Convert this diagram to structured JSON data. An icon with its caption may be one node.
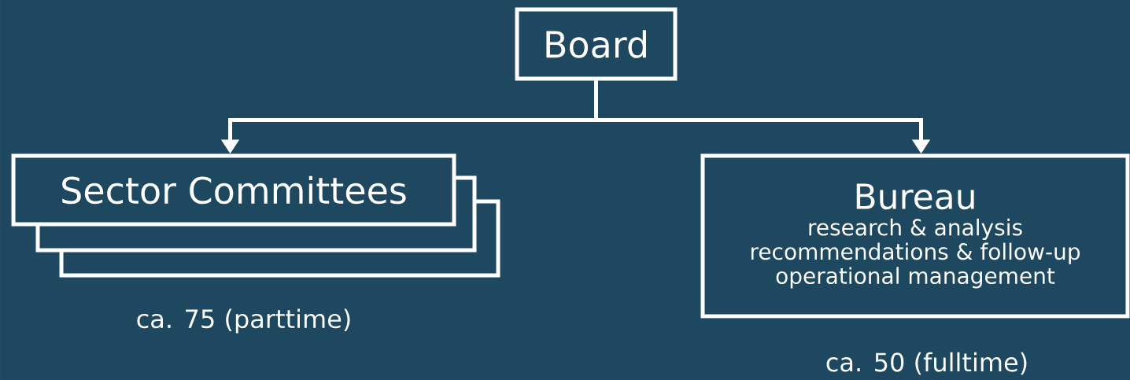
{
  "diagram": {
    "nodes": [
      {
        "text": [
          "Board"
        ]
      },
      {
        "text": [
          "Sector Committees"
        ],
        "beside": [
          "ca. 75 (parttime)"
        ]
      },
      {
        "text": [
          "Bureau",
          "research & analysis",
          "recommendations & follow-up",
          "operational management"
        ],
        "beside": [
          "ca. 50 (fulltime)"
        ]
      }
    ],
    "edges": [
      {
        "from": 0,
        "to": 1,
        "arrow": "to"
      },
      {
        "from": 0,
        "to": 2,
        "arrow": "to"
      }
    ]
  }
}
